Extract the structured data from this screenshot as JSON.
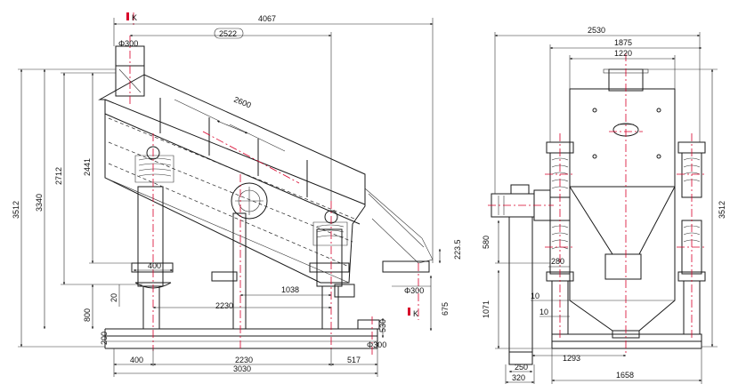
{
  "colors": {
    "line": "#1a1a1a",
    "centerline": "#d8002a",
    "background": "#ffffff"
  },
  "side_view": {
    "section_mark": "K",
    "section_mark_bottom": "K",
    "overall_length": "4067",
    "inlet_diameter": "Φ300",
    "inlet_offset": "2522",
    "screen_length": "2600",
    "height_total": "3512",
    "height_3340": "3340",
    "height_2712": "2712",
    "height_2441": "2441",
    "outlet_height": "223.5",
    "support_width": "400",
    "gap_20": "20",
    "spacing_1038": "1038",
    "spacing_2230": "2230",
    "outlet_diameter": "Φ300",
    "drop_675": "675",
    "base_height": "800",
    "foot_200": "200",
    "outlet_530": "530",
    "outlet2_diameter": "Φ300",
    "bottom_400": "400",
    "bottom_2230": "2230",
    "bottom_517": "517",
    "bottom_3030": "3030"
  },
  "end_view": {
    "width_2530": "2530",
    "width_1875": "1875",
    "width_1220": "1220",
    "height_3512": "3512",
    "height_580": "580",
    "width_280": "280",
    "gap_10a": "10",
    "gap_10b": "10",
    "height_1071": "1071",
    "width_1293": "1293",
    "width_250": "250",
    "width_320": "320",
    "width_1658": "1658"
  }
}
